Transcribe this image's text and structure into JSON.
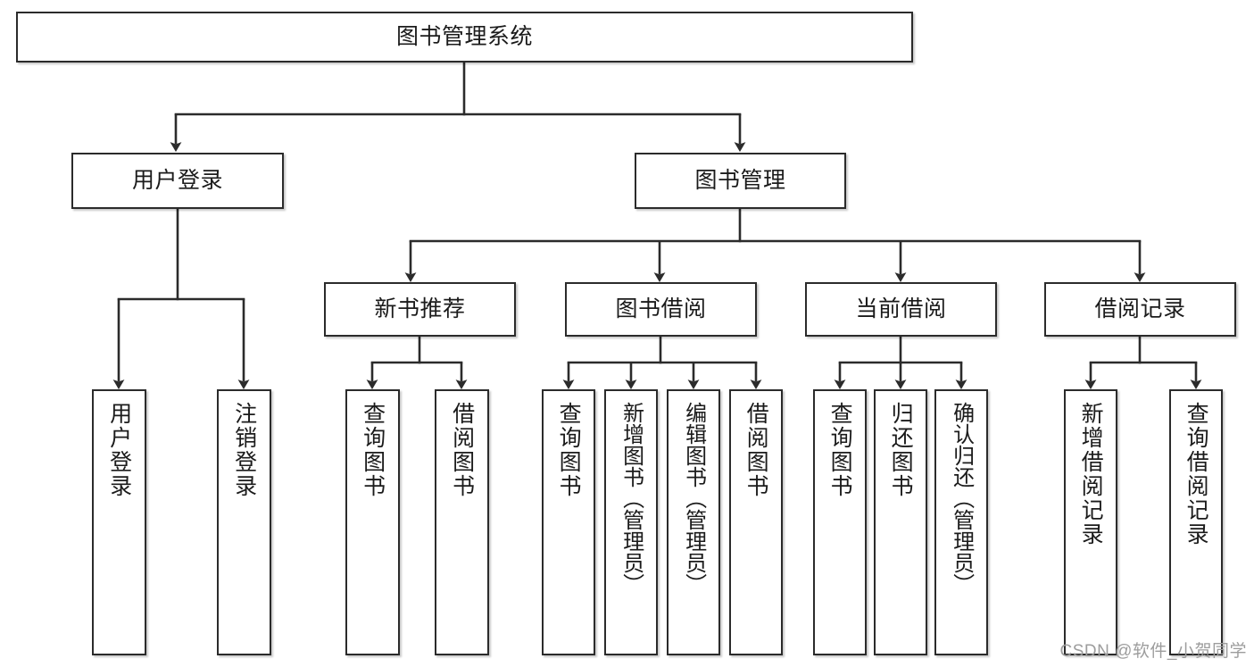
{
  "diagram": {
    "title": "图书管理系统",
    "type": "function-structure-tree",
    "orientation": "top-down",
    "style": {
      "box_fill": "#ffffff",
      "box_border": "#2b2b2b",
      "edge_color": "#2b2b2b",
      "text_color": "#1b1b1b",
      "background": "#ffffff",
      "watermark_color": "#9d9d9d"
    }
  },
  "nodes": {
    "root": {
      "label": "图书管理系统"
    },
    "level2": [
      {
        "id": "user-login",
        "label": "用户登录"
      },
      {
        "id": "book-manage",
        "label": "图书管理"
      }
    ],
    "level3": [
      {
        "id": "new-book-recommend",
        "label": "新书推荐"
      },
      {
        "id": "book-borrow",
        "label": "图书借阅"
      },
      {
        "id": "current-borrow",
        "label": "当前借阅"
      },
      {
        "id": "borrow-record",
        "label": "借阅记录"
      }
    ],
    "leaves": {
      "user_login": [
        {
          "id": "leaf-user-login",
          "label": "用户登录"
        },
        {
          "id": "leaf-user-logout",
          "label": "注销登录"
        }
      ],
      "new_book_recommend": [
        {
          "id": "leaf-query-book-1",
          "label": "查询图书"
        },
        {
          "id": "leaf-borrow-book-1",
          "label": "借阅图书"
        }
      ],
      "book_borrow": [
        {
          "id": "leaf-query-book-2",
          "label": "查询图书"
        },
        {
          "id": "leaf-add-book",
          "label": "新增图书（管理员）"
        },
        {
          "id": "leaf-edit-book",
          "label": "编辑图书（管理员）"
        },
        {
          "id": "leaf-borrow-book-2",
          "label": "借阅图书"
        }
      ],
      "current_borrow": [
        {
          "id": "leaf-query-book-3",
          "label": "查询图书"
        },
        {
          "id": "leaf-return-book",
          "label": "归还图书"
        },
        {
          "id": "leaf-confirm-return",
          "label": "确认归还（管理员）"
        }
      ],
      "borrow_record": [
        {
          "id": "leaf-add-borrow-record",
          "label": "新增借阅记录"
        },
        {
          "id": "leaf-query-borrow-record",
          "label": "查询借阅记录"
        }
      ]
    }
  },
  "watermark": {
    "text": "CSDN @软件_小贺同学"
  }
}
